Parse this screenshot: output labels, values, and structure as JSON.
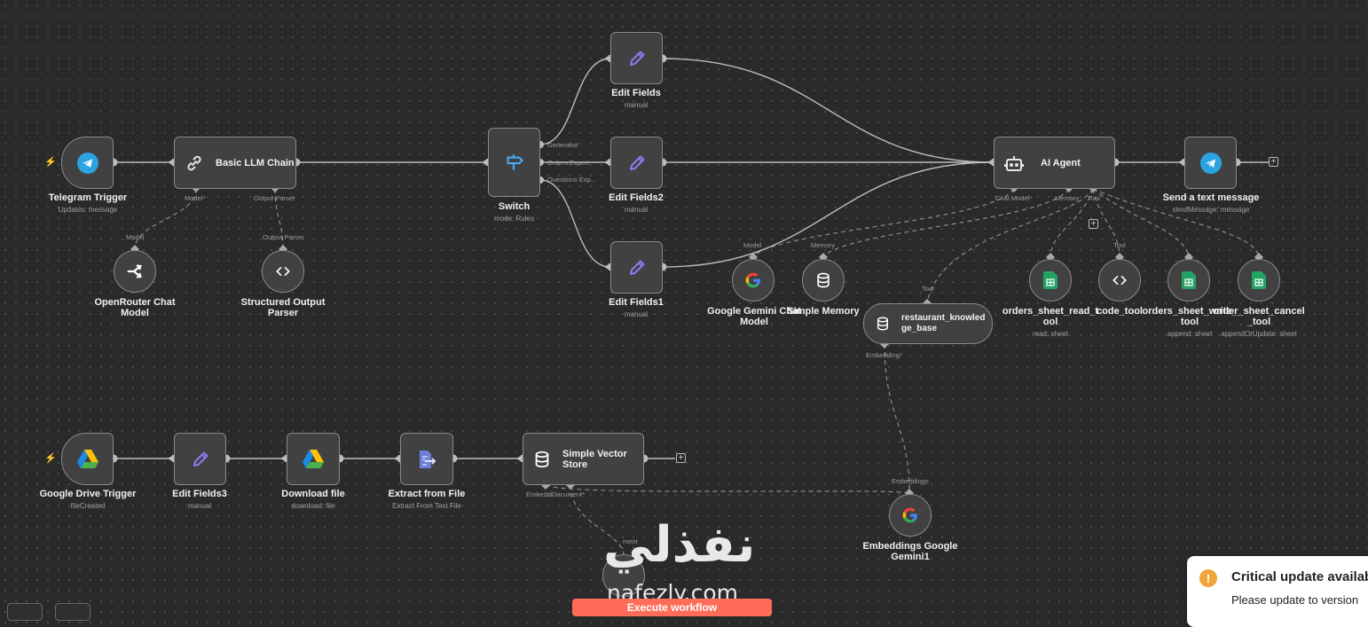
{
  "nodes": {
    "telegram_trigger": {
      "title": "Telegram Trigger",
      "sub": "Updates: message"
    },
    "basic_llm_chain": {
      "title": "Basic LLM Chain",
      "port_model": "Model",
      "port_parser": "Output Parser"
    },
    "openrouter": {
      "title": "OpenRouter Chat Model",
      "port": "Model"
    },
    "structured_parser": {
      "title": "Structured Output Parser",
      "port": "Output Parser"
    },
    "switch": {
      "title": "Switch",
      "sub": "mode: Rules",
      "out1": "Generalist",
      "out2": "Orders Expert",
      "out3": "Questions Exp..."
    },
    "edit_fields": {
      "title": "Edit Fields",
      "sub": "manual"
    },
    "edit_fields2": {
      "title": "Edit Fields2",
      "sub": "manual"
    },
    "edit_fields1": {
      "title": "Edit Fields1",
      "sub": "manual"
    },
    "ai_agent": {
      "title": "AI Agent",
      "port_chat": "Chat Model",
      "port_memory": "Memory",
      "port_tool": "Tool"
    },
    "send_message": {
      "title": "Send a text message",
      "sub": "sendMessage: message"
    },
    "gemini_chat": {
      "title": "Google Gemini Chat Model",
      "port": "Model"
    },
    "simple_memory": {
      "title": "Simple Memory",
      "port": "Memory"
    },
    "knowledge_base": {
      "title": "restaurant_knowledge_base",
      "port_top": "Tool",
      "port_bottom": "Embedding"
    },
    "orders_read": {
      "title": "orders_sheet_read_tool",
      "sub": "read: sheet"
    },
    "code_tool": {
      "title": "code_tool",
      "port": "Tool"
    },
    "orders_write": {
      "title": "orders_sheet_write_tool",
      "sub": "append: sheet"
    },
    "orders_cancel": {
      "title": "order_sheet_cancel_tool",
      "sub": "appendOrUpdate: sheet"
    },
    "gdrive_trigger": {
      "title": "Google Drive Trigger",
      "sub": "fileCreated"
    },
    "edit_fields3": {
      "title": "Edit Fields3",
      "sub": "manual"
    },
    "download_file": {
      "title": "Download file",
      "sub": "download: file"
    },
    "extract_file": {
      "title": "Extract from File",
      "sub": "Extract From Text File"
    },
    "vector_store": {
      "title": "Simple Vector Store",
      "port_embed": "Embeddi",
      "port_doc": "Document"
    },
    "embeddings": {
      "title": "Embeddings Google Gemini1",
      "port": "Embeddings"
    },
    "doc_loader": {
      "port": "ment"
    }
  },
  "watermark": {
    "arabic": "نفذلي",
    "url": "nafezly.com"
  },
  "execute_button": "Execute workflow",
  "toast": {
    "title": "Critical update available",
    "body": "Please update to version"
  },
  "colors": {
    "canvas": "#2a2a2a",
    "node_fill": "#414141",
    "accent": "#ff6d5a",
    "telegram": "#2aa3e0",
    "edit_icon": "#8b7bf0",
    "sheets_green": "#21a464",
    "warning": "#f0a43a"
  }
}
